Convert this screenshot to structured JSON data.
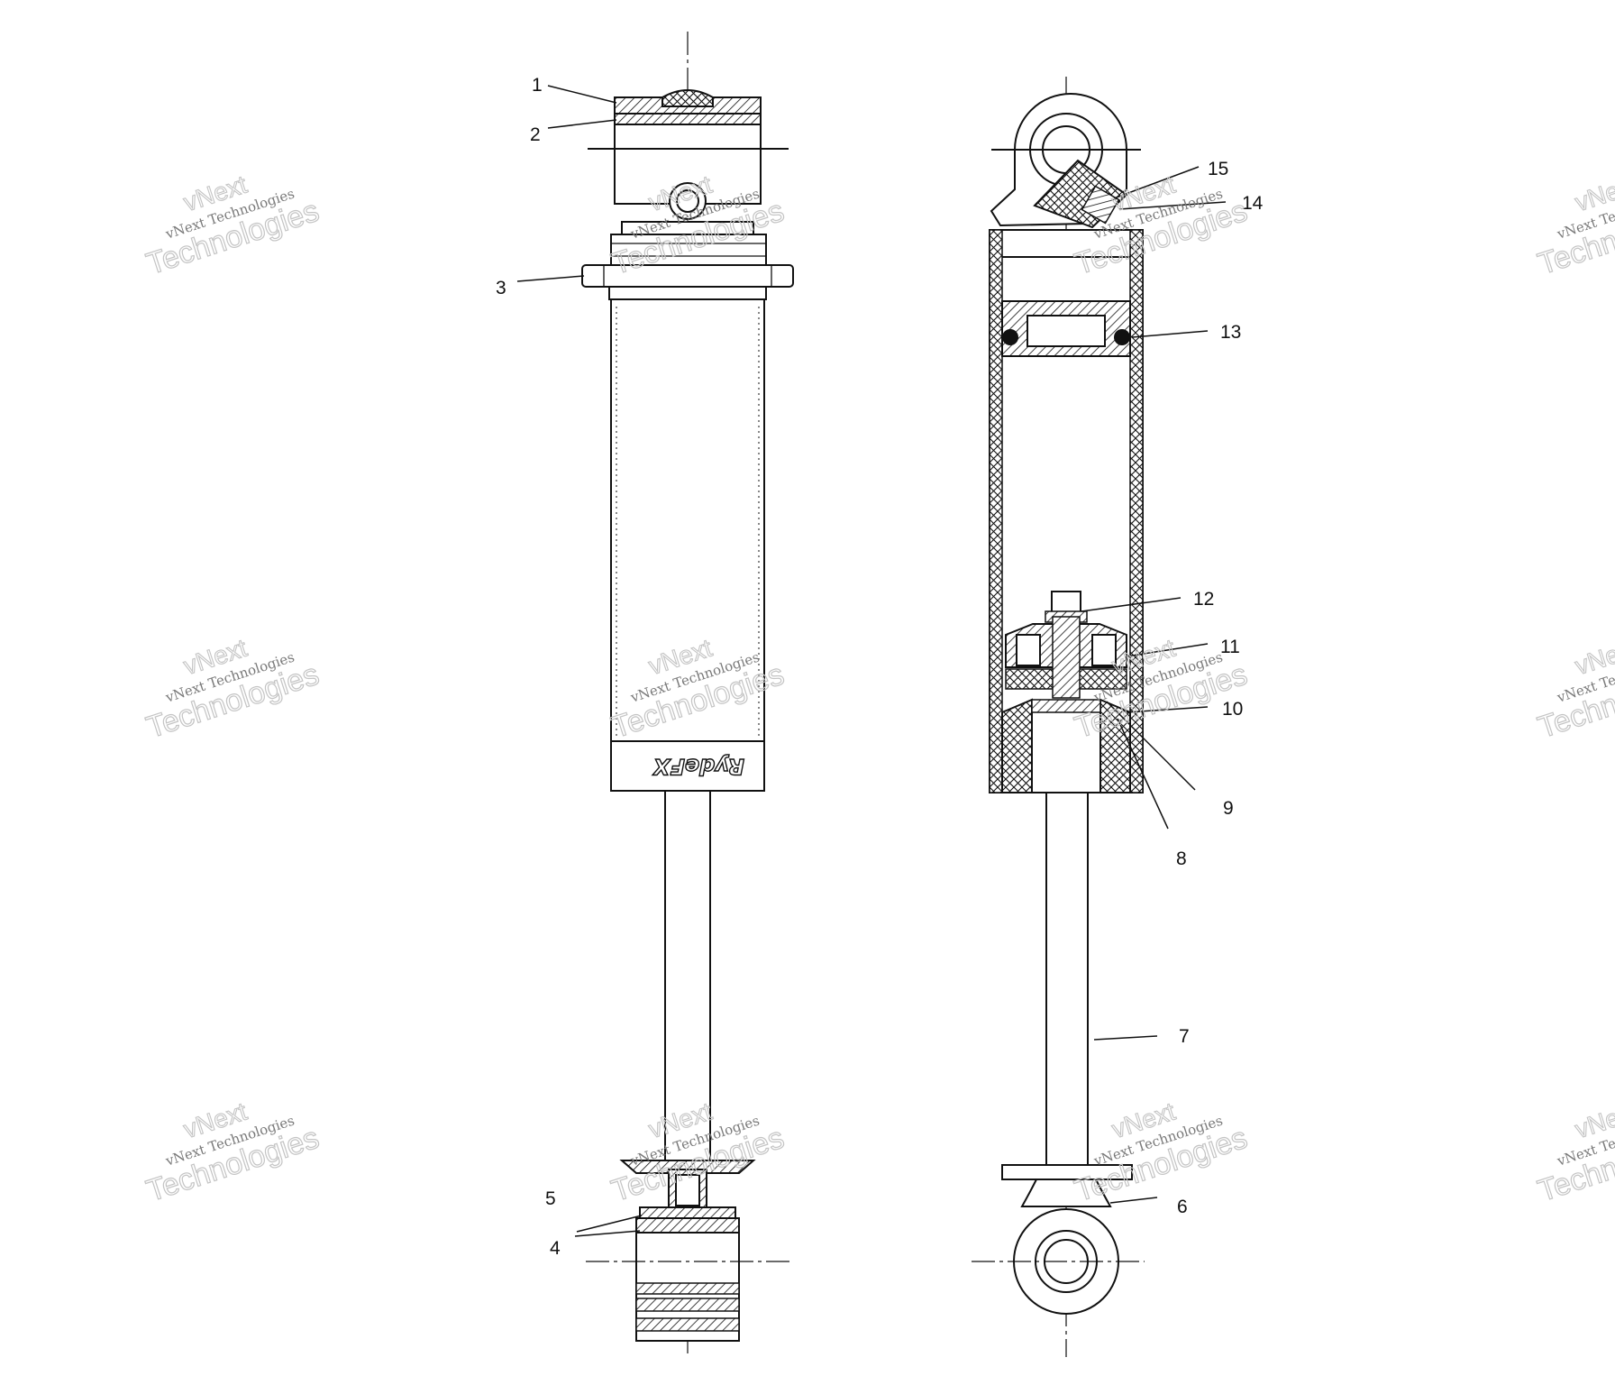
{
  "callouts": [
    {
      "id": "1",
      "label": "1"
    },
    {
      "id": "2",
      "label": "2"
    },
    {
      "id": "3",
      "label": "3"
    },
    {
      "id": "4",
      "label": "4"
    },
    {
      "id": "5",
      "label": "5"
    },
    {
      "id": "6",
      "label": "6"
    },
    {
      "id": "7",
      "label": "7"
    },
    {
      "id": "8",
      "label": "8"
    },
    {
      "id": "9",
      "label": "9"
    },
    {
      "id": "10",
      "label": "10"
    },
    {
      "id": "11",
      "label": "11"
    },
    {
      "id": "12",
      "label": "12"
    },
    {
      "id": "13",
      "label": "13"
    },
    {
      "id": "14",
      "label": "14"
    },
    {
      "id": "15",
      "label": "15"
    }
  ],
  "watermark": {
    "line1": "vNext",
    "line2": "vNext Technologies",
    "line3": "Technologies"
  },
  "logo": {
    "text": "RydeFX"
  }
}
